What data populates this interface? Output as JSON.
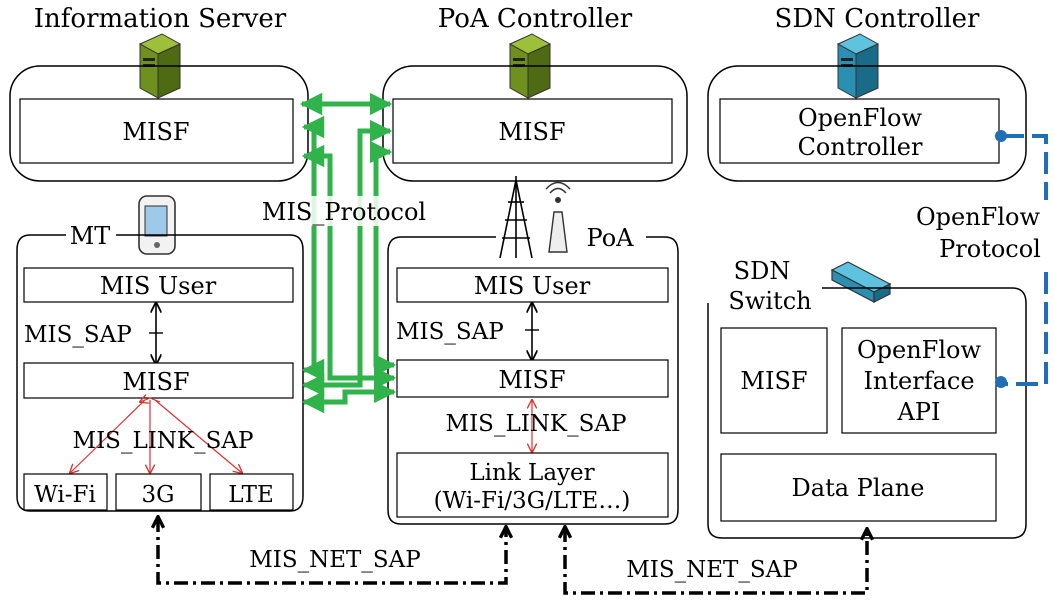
{
  "titles": {
    "info_server": "Information Server",
    "poa_controller": "PoA Controller",
    "sdn_controller": "SDN Controller"
  },
  "info_server": {
    "misf": "MISF"
  },
  "poa_controller": {
    "misf": "MISF"
  },
  "sdn_controller": {
    "openflow_line1": "OpenFlow",
    "openflow_line2": "Controller"
  },
  "mis_protocol": "MIS_Protocol",
  "openflow_protocol": {
    "line1": "OpenFlow",
    "line2": "Protocol"
  },
  "mt": {
    "label": "MT",
    "mis_user": "MIS User",
    "mis_sap": "MIS_SAP",
    "misf": "MISF",
    "mis_link_sap": "MIS_LINK_SAP",
    "links": [
      "Wi-Fi",
      "3G",
      "LTE"
    ]
  },
  "poa": {
    "label": "PoA",
    "mis_user": "MIS User",
    "mis_sap": "MIS_SAP",
    "misf": "MISF",
    "mis_link_sap": "MIS_LINK_SAP",
    "link_layer_line1": "Link Layer",
    "link_layer_line2": "(Wi-Fi/3G/LTE…)"
  },
  "sdn_switch": {
    "label_line1": "SDN",
    "label_line2": "Switch",
    "misf": "MISF",
    "ofi_line1": "OpenFlow",
    "ofi_line2": "Interface",
    "ofi_line3": "API",
    "data_plane": "Data Plane"
  },
  "mis_net_sap_left": "MIS_NET_SAP",
  "mis_net_sap_right": "MIS_NET_SAP",
  "colors": {
    "protocol_green": "#2fb34a",
    "link_red": "#e0302e",
    "openflow_blue": "#1f6fb5",
    "server_green": "#6f8f1e",
    "server_blue": "#2a8fb0"
  }
}
